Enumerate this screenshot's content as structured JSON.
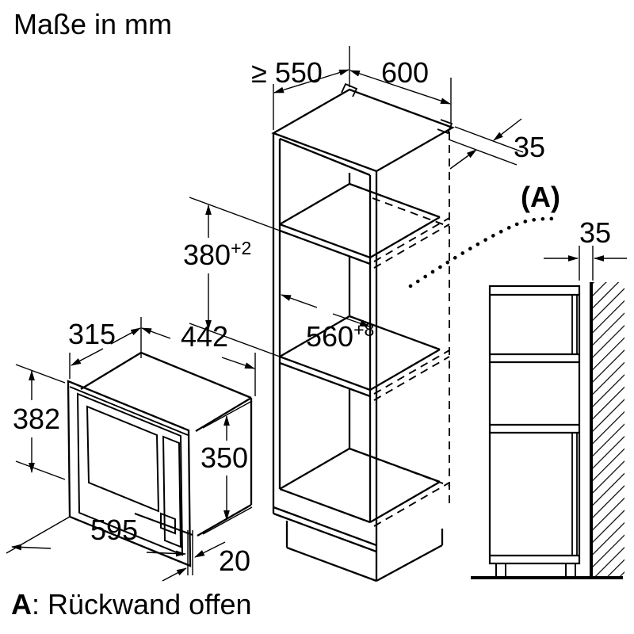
{
  "title": "Maße in mm",
  "footnote": {
    "key": "A",
    "text": ": Rückwand offen"
  },
  "colors": {
    "line": "#000000",
    "background": "#ffffff"
  },
  "cabinet": {
    "niche_depth_min": "≥ 550",
    "cabinet_width": "600",
    "rear_top_gap": "35",
    "niche_height": "380",
    "niche_height_tolerance": "+2",
    "niche_width": "560",
    "niche_width_tolerance": "+8"
  },
  "appliance": {
    "body_depth": "315",
    "body_width": "442",
    "front_height": "382",
    "body_height": "350",
    "front_width": "595",
    "front_protrusion": "20"
  },
  "detail": {
    "label": "(A)",
    "wall_clearance": "35"
  }
}
